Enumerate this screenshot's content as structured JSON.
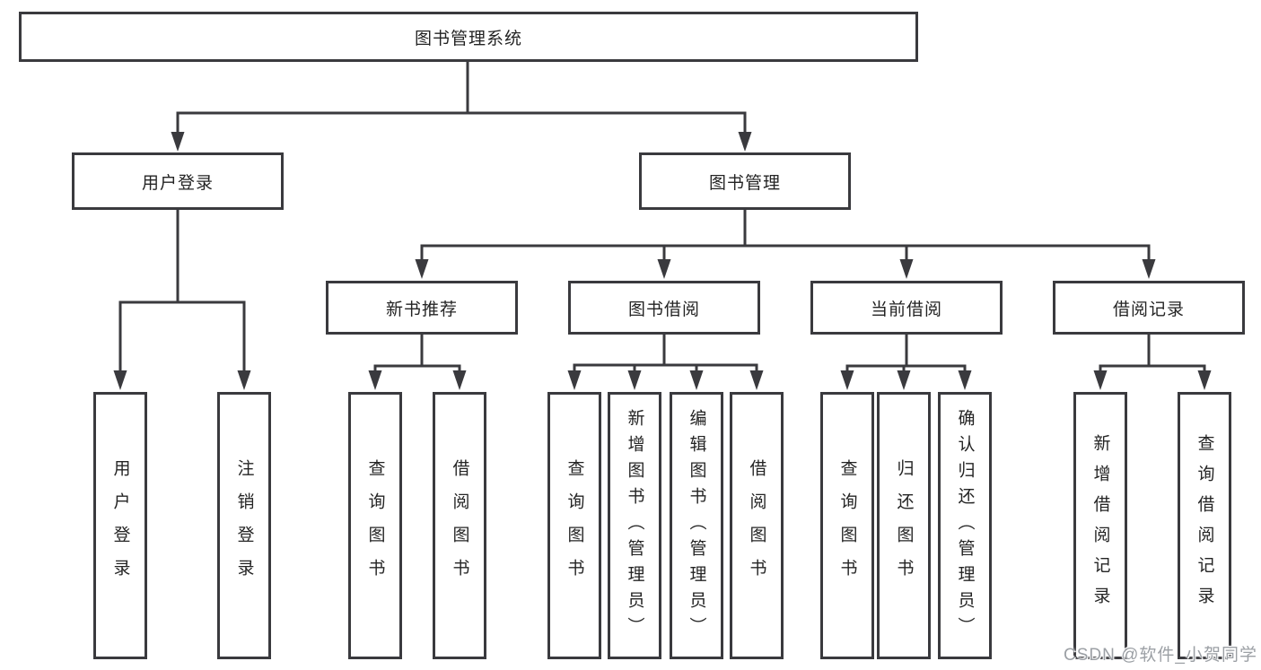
{
  "tree": {
    "root": "图书管理系统",
    "branches": [
      {
        "label": "用户登录",
        "leaves": [
          "用户登录",
          "注销登录"
        ]
      },
      {
        "label": "图书管理",
        "groups": [
          {
            "label": "新书推荐",
            "leaves": [
              "查询图书",
              "借阅图书"
            ]
          },
          {
            "label": "图书借阅",
            "leaves": [
              "查询图书",
              "新增图书（管理员）",
              "编辑图书（管理员）",
              "借阅图书"
            ]
          },
          {
            "label": "当前借阅",
            "leaves": [
              "查询图书",
              "归还图书",
              "确认归还（管理员）"
            ]
          },
          {
            "label": "借阅记录",
            "leaves": [
              "新增借阅记录",
              "查询借阅记录"
            ]
          }
        ]
      }
    ]
  },
  "watermark": "CSDN @软件_小贺同学",
  "colors": {
    "line": "#3a3a3e",
    "text": "#242424",
    "watermark": "#9ca0a5",
    "background": "#ffffff"
  }
}
